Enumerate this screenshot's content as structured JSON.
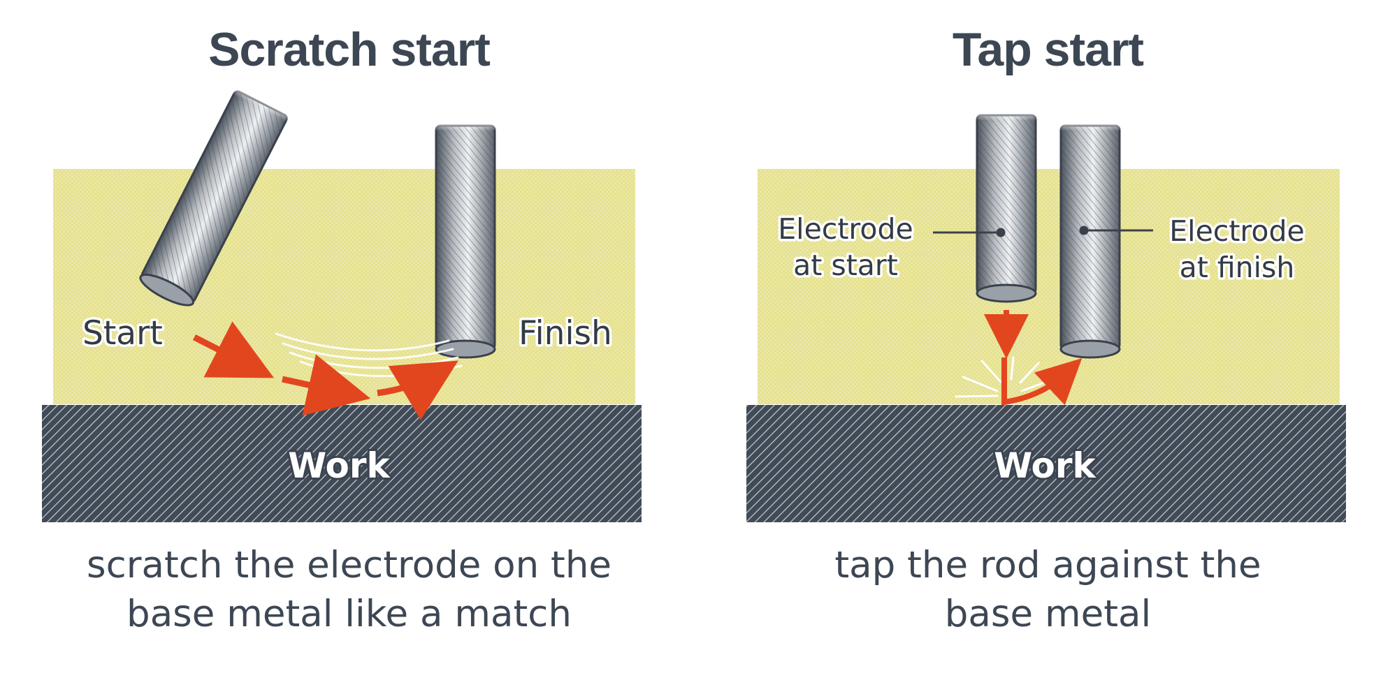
{
  "colors": {
    "flux": "#e6e292",
    "work": "#414b57",
    "electrode": "#8f959c",
    "arrow": "#e2461f",
    "text": "#3d4754"
  },
  "scratch": {
    "title": "Scratch start",
    "start_label": "Start",
    "finish_label": "Finish",
    "work_label": "Work",
    "caption_line1": "scratch the electrode on the",
    "caption_line2": "base metal like a match"
  },
  "tap": {
    "title": "Tap start",
    "electrode_start_line1": "Electrode",
    "electrode_start_line2": "at start",
    "electrode_finish_line1": "Electrode",
    "electrode_finish_line2": "at finish",
    "work_label": "Work",
    "caption_line1": "tap the rod against the",
    "caption_line2": "base metal"
  }
}
